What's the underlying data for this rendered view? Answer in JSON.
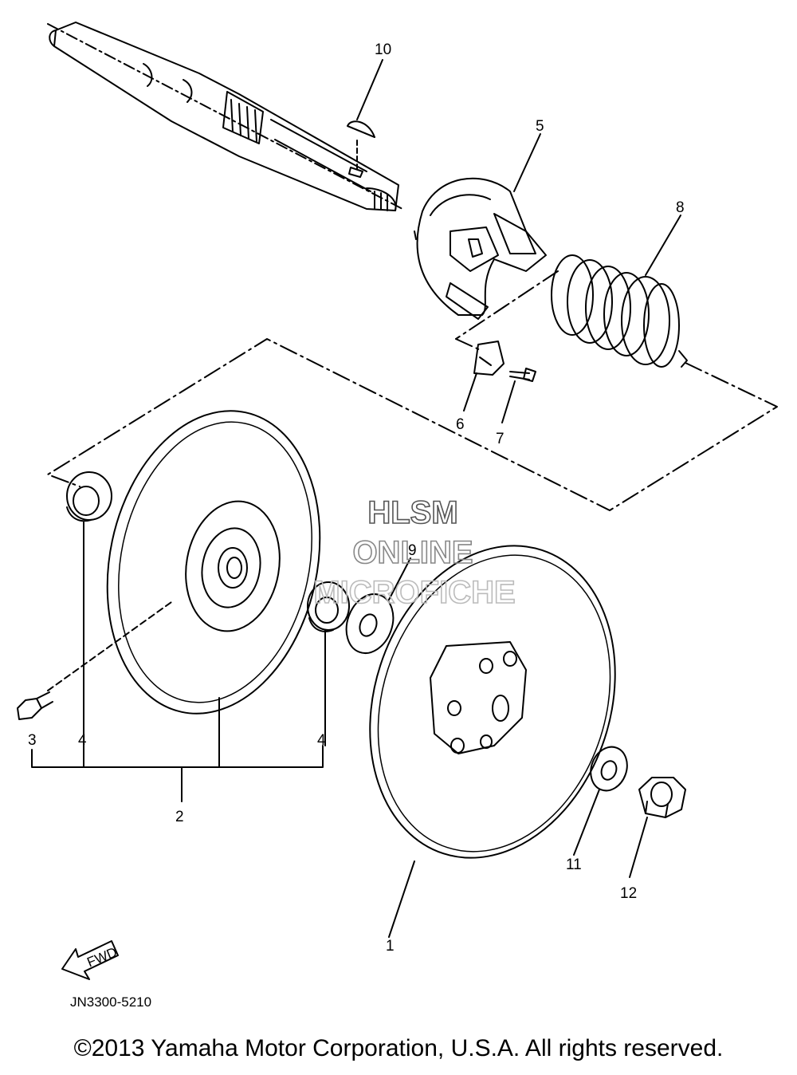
{
  "callouts": {
    "c1": "1",
    "c2": "2",
    "c3": "3",
    "c4a": "4",
    "c4b": "4",
    "c5": "5",
    "c6": "6",
    "c7": "7",
    "c8": "8",
    "c9": "9",
    "c10": "10",
    "c11": "11",
    "c12": "12"
  },
  "fwd_label": "FWD",
  "diagram_code": "JN3300-5210",
  "watermark": {
    "line1": "HLSM",
    "line2": "ONLINE",
    "line3": "MICROFICHE"
  },
  "copyright": "©2013 Yamaha Motor Corporation, U.S.A. All rights reserved.",
  "colors": {
    "line": "#000000",
    "watermark1": "#555555",
    "watermark2": "#888888",
    "watermark3": "#bbbbbb"
  }
}
